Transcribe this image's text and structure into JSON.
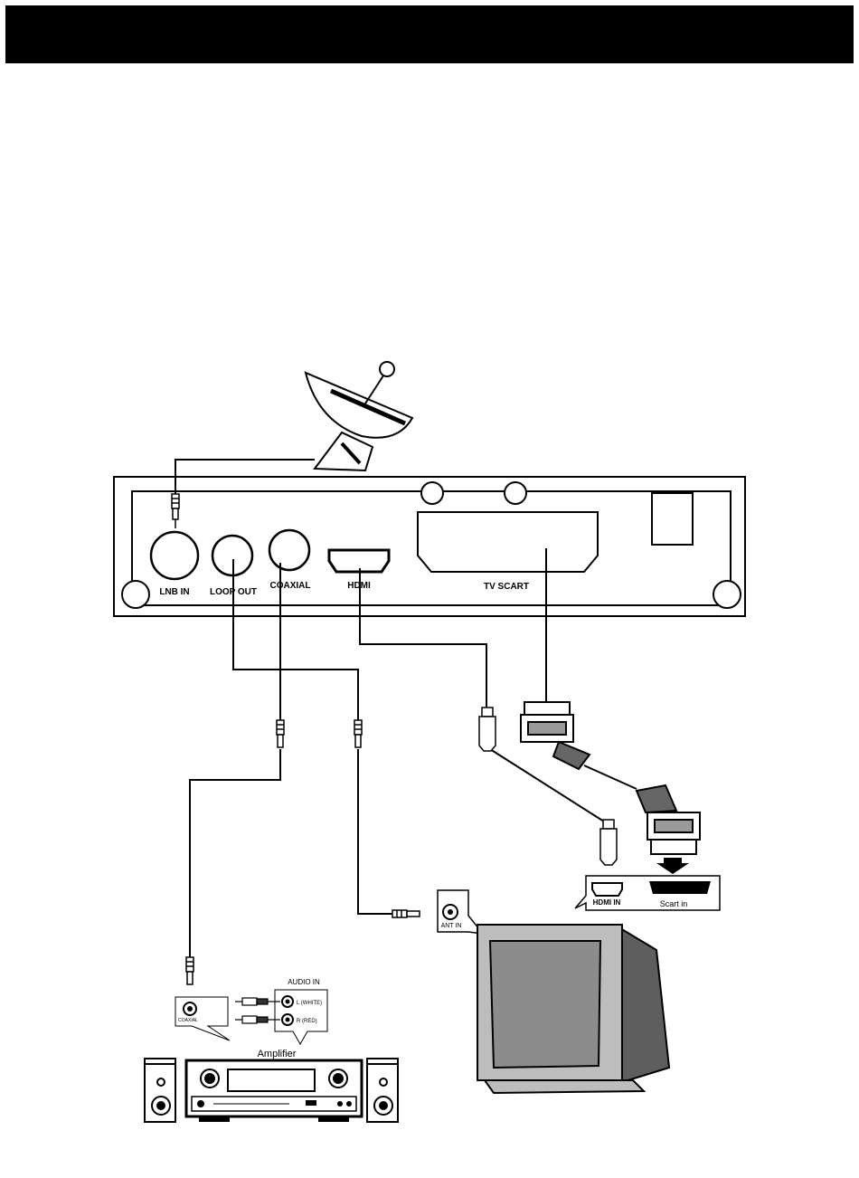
{
  "header": {
    "title": ""
  },
  "receiver": {
    "ports": {
      "lnb_in": "LNB IN",
      "loop_out": "LOOP OUT",
      "coaxial": "COAXIAL",
      "hdmi": "HDMI",
      "tv_scart": "TV SCART"
    }
  },
  "tv_panel": {
    "hdmi_in": "HDMI IN",
    "scart_in": "Scart  in"
  },
  "antenna_panel": {
    "ant_in": "ANT IN"
  },
  "coax_panel": {
    "coaxial": "COAXIAL"
  },
  "audio_panel": {
    "title": "AUDIO IN",
    "left": "L (WHITE)",
    "right": "R (RED)"
  },
  "amplifier": {
    "label": "Amplifier"
  },
  "colors": {
    "ink": "#000000",
    "tv_body": "#bdbdbd",
    "tv_screen": "#8c8c8c",
    "tv_dark": "#5e5e5e",
    "scart_fill": "#9a9a9a"
  }
}
